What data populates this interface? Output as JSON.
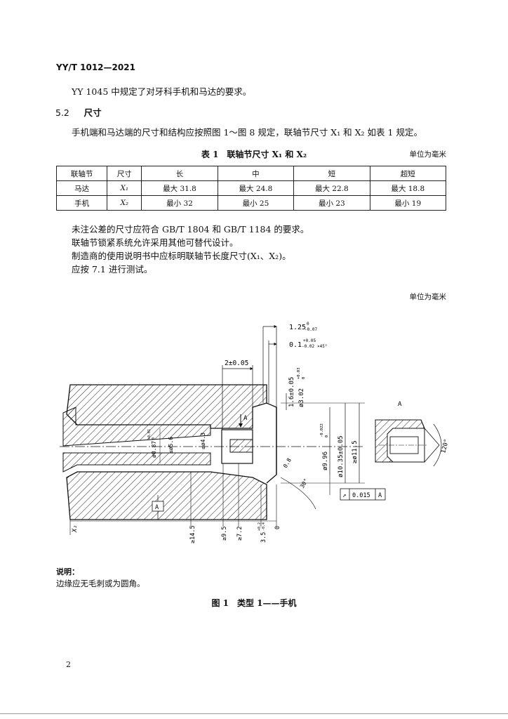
{
  "header": {
    "standard_code": "YY/T 1012—2021"
  },
  "body": {
    "para_ref": "YY 1045 中规定了对牙科手机和马达的要求。",
    "section_num": "5.2",
    "section_title": "尺寸",
    "para_main": "手机端和马达端的尺寸和结构应按照图 1～图 8 规定，联轴节尺寸 X₁ 和 X₂ 如表 1 规定。"
  },
  "table1": {
    "title": "表 1　联轴节尺寸 X₁ 和 X₂",
    "unit": "单位为毫米",
    "headers": [
      "联轴节",
      "尺寸",
      "长",
      "中",
      "短",
      "超短"
    ],
    "rows": [
      [
        "马达",
        "X₁",
        "最大 31.8",
        "最大 24.8",
        "最大 22.8",
        "最大 18.8"
      ],
      [
        "手机",
        "X₂",
        "最小 32",
        "最小 25",
        "最小 23",
        "最小 19"
      ]
    ]
  },
  "notes_after_table": [
    "未注公差的尺寸应符合 GB/T 1804 和 GB/T 1184 的要求。",
    "联轴节锁紧系统允许采用其他可替代设计。",
    "制造商的使用说明书中应标明联轴节长度尺寸(X₁、X₂)。",
    "应按 7.1 进行测试。"
  ],
  "figure1": {
    "unit": "单位为毫米",
    "dims": {
      "d1_25": "1.25",
      "d1_25_tol_up": "0",
      "d1_25_tol_lo": "-0.07",
      "d0_1": "0.1",
      "d0_1_tol_up": "+0.05",
      "d0_1_tol_lo": "-0.02",
      "d0_1_suffix": "×45°",
      "d2": "2±0.05",
      "d1_6": "1.6±0.05",
      "d3_02": "ø3.02",
      "d3_02_tol_up": "+0.03",
      "d3_02_tol_lo": "0",
      "d9_96": "ø9.96",
      "d9_96_tol_up": "-0.022",
      "d9_96_tol_lo": "0",
      "d10_35": "ø10.35±0.05",
      "d11_5": "≥ø11.5",
      "d0_87": "ø0.87",
      "d0_87_tol_up": "+0.01",
      "d0_87_tol_lo": "0",
      "d5_6": "≤ø5.6",
      "d4_3": "≤ø4.3",
      "d0_8": "0.8",
      "ang30": "30°",
      "ang120": "120°",
      "x2": "X₂",
      "g14_5": "≥14.5",
      "g9_5": "≥9.5",
      "g7_2": "≥7.2",
      "d3_5": "3.5",
      "d3_5_tol_up": "+0.2",
      "d3_5_tol_lo": "-0.4",
      "zero": "0",
      "datum_label": "A",
      "view_label": "A",
      "gtol_sym": "↗",
      "gtol_value": "0.015",
      "gtol_datum": "A"
    },
    "notes_title": "说明：",
    "note": "边缘应无毛刺或为圆角。",
    "caption": "图 1　类型 1——手机"
  },
  "page_number": "2"
}
